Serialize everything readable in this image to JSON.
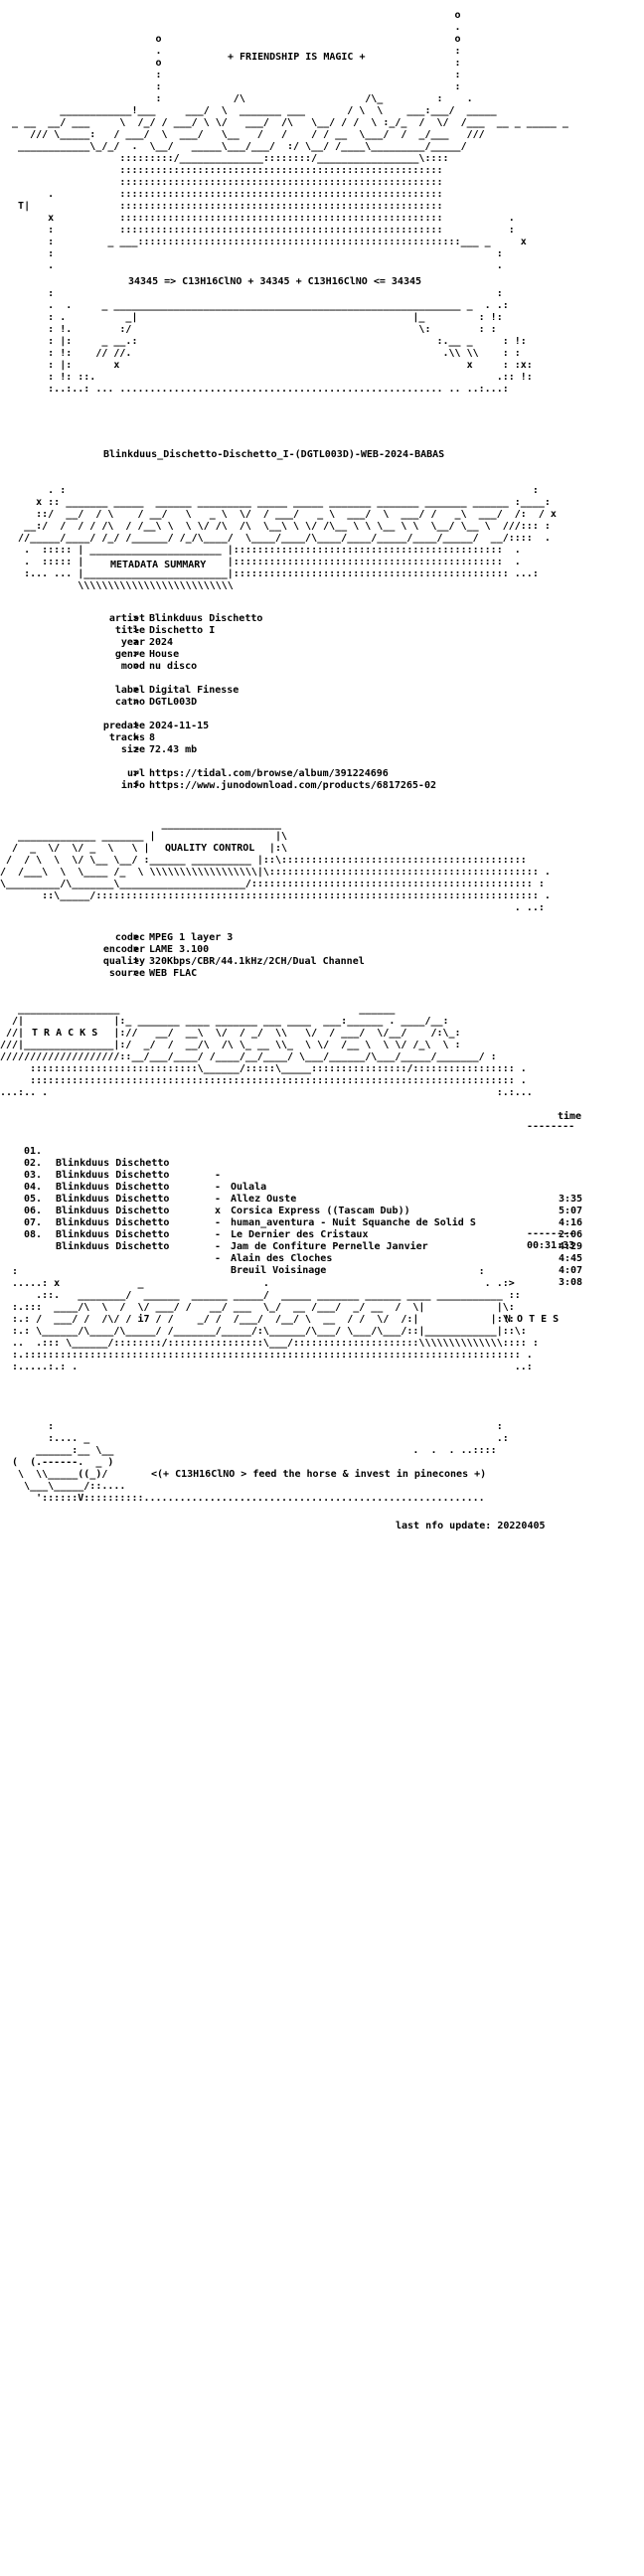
{
  "header": {
    "tagline": "+ FRIENDSHIP IS MAGIC +",
    "formula": "34345 => C13H16ClNO + 34345 + C13H16ClNO <= 34345",
    "release_name": "Blinkduus_Dischetto-Dischetto_I-(DGTL003D)-WEB-2024-BABAS"
  },
  "metadata_summary": {
    "heading": "METADATA SUMMARY",
    "artist_label": "artist",
    "artist": "Blinkduus Dischetto",
    "title_label": "title",
    "title": "Dischetto I",
    "year_label": "year",
    "year": "2024",
    "genre_label": "genre",
    "genre": "House",
    "mood_label": "mood",
    "mood": "nu disco",
    "label_label": "label",
    "label": "Digital Finesse",
    "catno_label": "catno",
    "catno": "DGTL003D",
    "predate_label": "predate",
    "predate": "2024-11-15",
    "tracks_label": "tracks",
    "tracks": "8",
    "size_label": "size",
    "size": "72.43 mb",
    "url_label": "url",
    "url": "https://tidal.com/browse/album/391224696",
    "info_label": "info",
    "info": "https://www.junodownload.com/products/6817265-02"
  },
  "quality_control": {
    "heading": "QUALITY CONTROL",
    "codec_label": "codec",
    "codec": "MPEG 1 layer 3",
    "encoder_label": "encoder",
    "encoder": "LAME 3.100",
    "quality_label": "quality",
    "quality": "320Kbps/CBR/44.1kHz/2CH/Dual Channel",
    "source_label": "source",
    "source": "WEB FLAC"
  },
  "tracks": {
    "heading": "T R A C K S",
    "time_header": "time",
    "items": [
      {
        "num": "01.",
        "artist": "Blinkduus Dischetto",
        "sep": "-",
        "title": "Oulala",
        "time": "3:35"
      },
      {
        "num": "02.",
        "artist": "Blinkduus Dischetto",
        "sep": "-",
        "title": "Allez Ouste",
        "time": "5:07"
      },
      {
        "num": "03.",
        "artist": "Blinkduus Dischetto",
        "sep": "-",
        "title": "Corsica Express ((Tascam Dub))",
        "time": "4:16"
      },
      {
        "num": "04.",
        "artist": "Blinkduus Dischetto",
        "sep": "x",
        "title": "human_aventura - Nuit Squanche de Solid S",
        "time": "2:06"
      },
      {
        "num": "05.",
        "artist": "Blinkduus Dischetto",
        "sep": "-",
        "title": "Le Dernier des Cristaux",
        "time": "4:29"
      },
      {
        "num": "06.",
        "artist": "Blinkduus Dischetto",
        "sep": "-",
        "title": "Jam de Confiture Pernelle Janvier",
        "time": "4:45"
      },
      {
        "num": "07.",
        "artist": "Blinkduus Dischetto",
        "sep": "-",
        "title": "Alain des Cloches",
        "time": "4:07"
      },
      {
        "num": "08.",
        "artist": "Blinkduus Dischetto",
        "sep": "-",
        "title": "Breuil Voisinage",
        "time": "3:08"
      }
    ],
    "total": "00:31:33"
  },
  "notes": {
    "heading": "N O T E S",
    "message": "<(+ C13H16ClNO > feed the horse & invest in pinecones +)"
  },
  "footer": {
    "last_update": "last nfo update: 20220405"
  }
}
